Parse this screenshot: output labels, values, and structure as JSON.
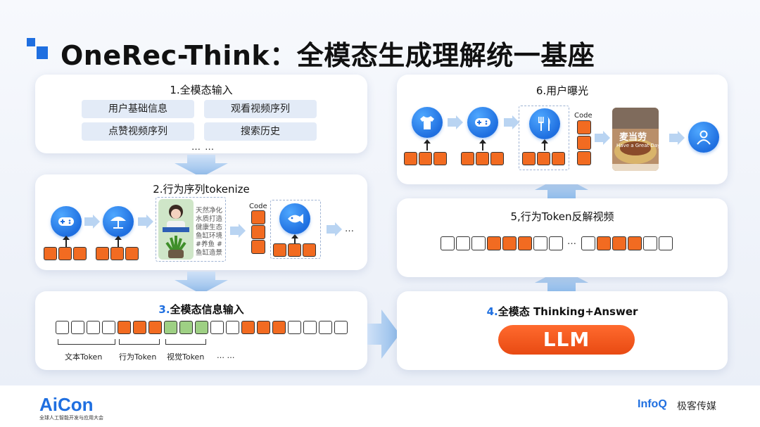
{
  "title": "OneRec-Think：全模态生成理解统一基座",
  "colors": {
    "accent": "#1f6fe0",
    "token_orange": "#f26b21",
    "token_green": "#9ed084",
    "llm": "#ed5318"
  },
  "panel1": {
    "title": "1.全模态输入",
    "tags": [
      "用户基础信息",
      "观看视频序列",
      "点赞视频序列",
      "搜索历史"
    ],
    "ellipsis": "… …"
  },
  "panel2": {
    "title": "2.行为序列tokenize",
    "code_label": "Code",
    "video_text": [
      "天然净化",
      "水质打造",
      "健康生态",
      "鱼缸环境",
      "#养鱼 #",
      "鱼缸造景"
    ],
    "ellipsis": "…",
    "icons": [
      "gamepad-icon",
      "beach-umbrella-icon",
      "fish-icon"
    ]
  },
  "panel3": {
    "title_num": "3.",
    "title_text": "全模态信息输入",
    "labels": [
      "文本Token",
      "行为Token",
      "视觉Token",
      "… …"
    ]
  },
  "panel4": {
    "title_num": "4.",
    "title_text": "全模态 Thinking+Answer",
    "llm_label": "LLM"
  },
  "panel5": {
    "title": "5,行为Token反解视频",
    "ellipsis": "…"
  },
  "panel6": {
    "title": "6.用户曝光",
    "code_label": "Code",
    "image_text_1": "麦当劳",
    "image_text_2": "Have a Great Day",
    "icons": [
      "tshirt-icon",
      "gamepad-icon",
      "utensils-icon",
      "user-icon"
    ]
  },
  "footer": {
    "aicon_logo": "AiCon",
    "aicon_sub": "全球人工智能开发与应用大会",
    "infoq_logo": "InfoQ",
    "jike": "极客传媒"
  }
}
